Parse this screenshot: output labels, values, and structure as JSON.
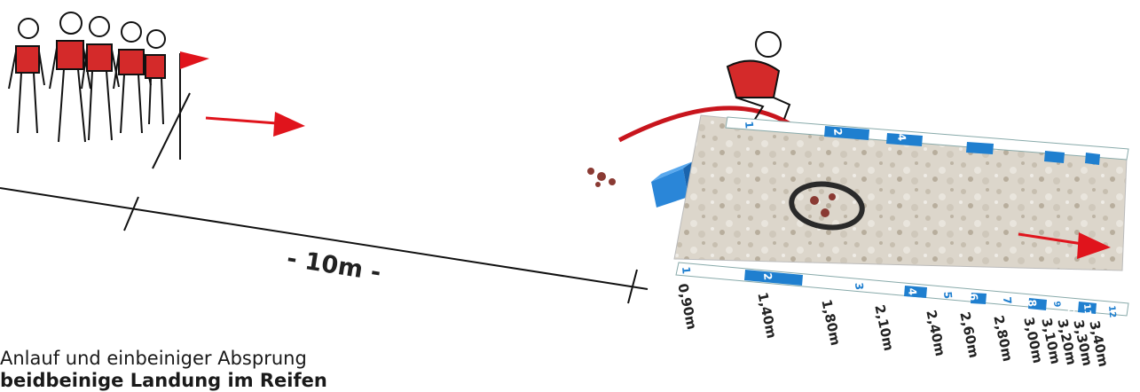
{
  "caption": {
    "line1": "Anlauf und einbeiniger Absprung",
    "line2": "beidbeinige Landung im Reifen"
  },
  "distance_label": "- 10m -",
  "scale_numbers": [
    "1",
    "2",
    "3",
    "4",
    "5",
    "6",
    "7",
    "8",
    "9",
    "10",
    "11",
    "12"
  ],
  "measurements": [
    "0,90m",
    "1,40m",
    "1,80m",
    "2,10m",
    "2,40m",
    "2,60m",
    "2,80m",
    "3,00m",
    "3,10m",
    "3,20m",
    "3,30m",
    "3,40m"
  ],
  "colors": {
    "accent_red": "#e0141c",
    "scale_blue": "#1f7fcf",
    "box_blue": "#2a86d8",
    "sand": "#d8d2c6"
  }
}
